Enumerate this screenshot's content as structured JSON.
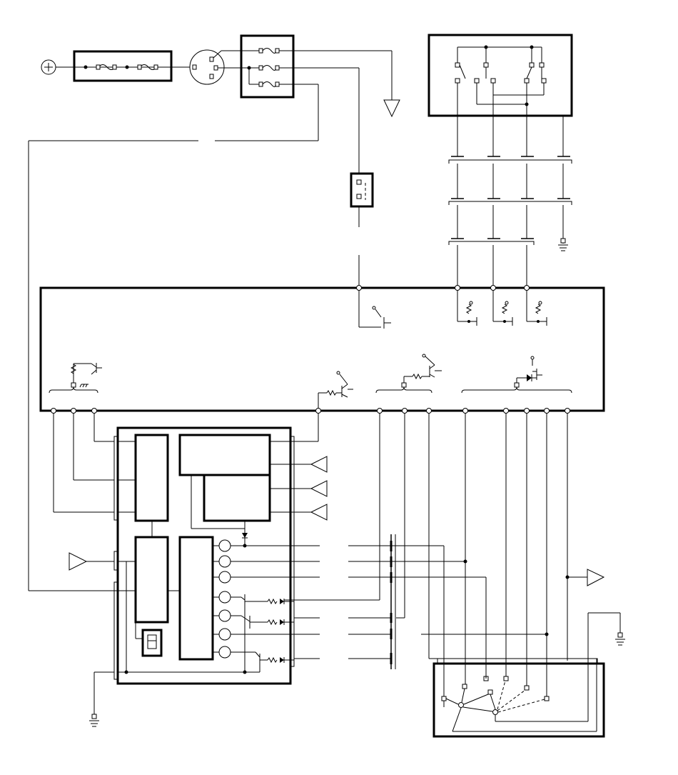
{
  "diagram": {
    "type": "wiring-schematic",
    "text_labels": [],
    "colors": {
      "line": "#000000",
      "background": "#ffffff"
    },
    "components": [
      "battery-terminal",
      "fusible-link-box",
      "ignition-switch",
      "fuse-block",
      "ground-symbol",
      "combination-switch",
      "connector-stack",
      "relay",
      "control-module",
      "instrument-cluster",
      "seven-segment-display",
      "selector-switch"
    ]
  }
}
